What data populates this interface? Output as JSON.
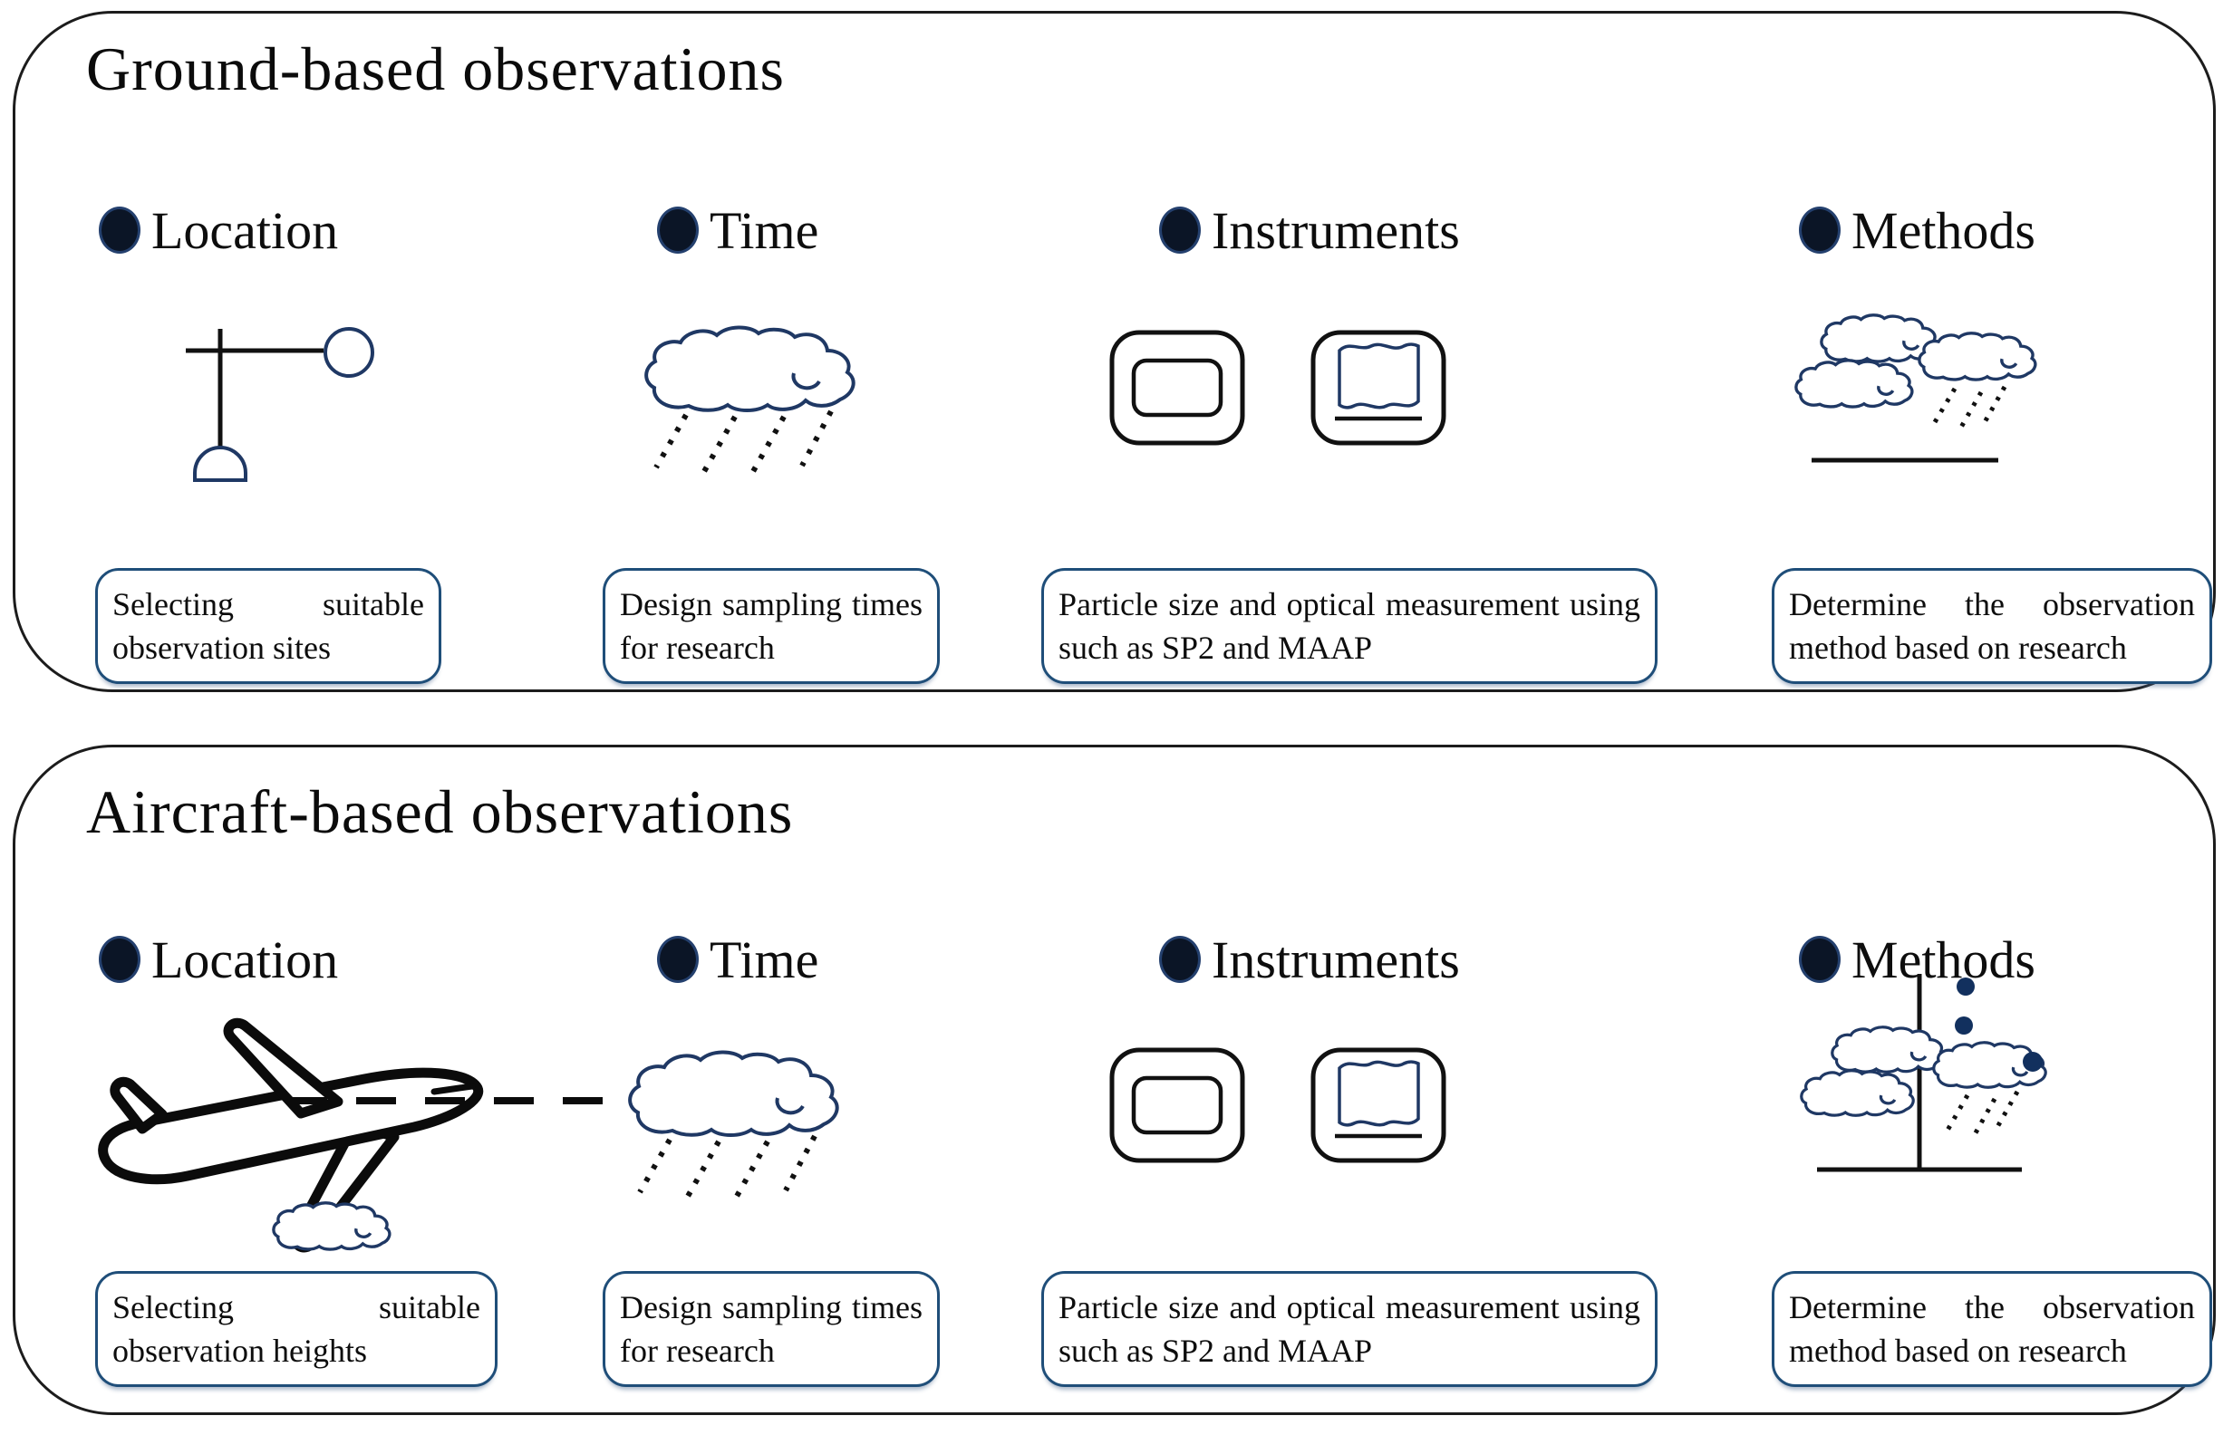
{
  "colors": {
    "cloud_navy": "#1f3864",
    "box_border_navy": "#1f4e79",
    "ink": "#111111",
    "background": "#ffffff"
  },
  "panels": [
    {
      "title": "Ground-based observations",
      "columns": [
        {
          "label": "Location",
          "icon": "weather-station-icon",
          "box": "Selecting suitable observation sites"
        },
        {
          "label": "Time",
          "icon": "rain-cloud-icon",
          "box": "Design sampling times for research"
        },
        {
          "label": "Instruments",
          "icon": "instrument-boxes-icon",
          "box": "Particle size and optical measurement using such as SP2 and MAAP"
        },
        {
          "label": "Methods",
          "icon": "cloud-layers-ground-icon",
          "box": "Determine the observation method based on research"
        }
      ]
    },
    {
      "title": "Aircraft-based observations",
      "columns": [
        {
          "label": "Location",
          "icon": "airplane-icon",
          "box": "Selecting suitable observation heights"
        },
        {
          "label": "Time",
          "icon": "rain-cloud-icon",
          "box": "Design sampling times for research"
        },
        {
          "label": "Instruments",
          "icon": "instrument-boxes-icon",
          "box": "Particle size and optical measurement using such as SP2 and MAAP"
        },
        {
          "label": "Methods",
          "icon": "vertical-profile-clouds-icon",
          "box": "Determine the observation method based on research"
        }
      ]
    }
  ]
}
